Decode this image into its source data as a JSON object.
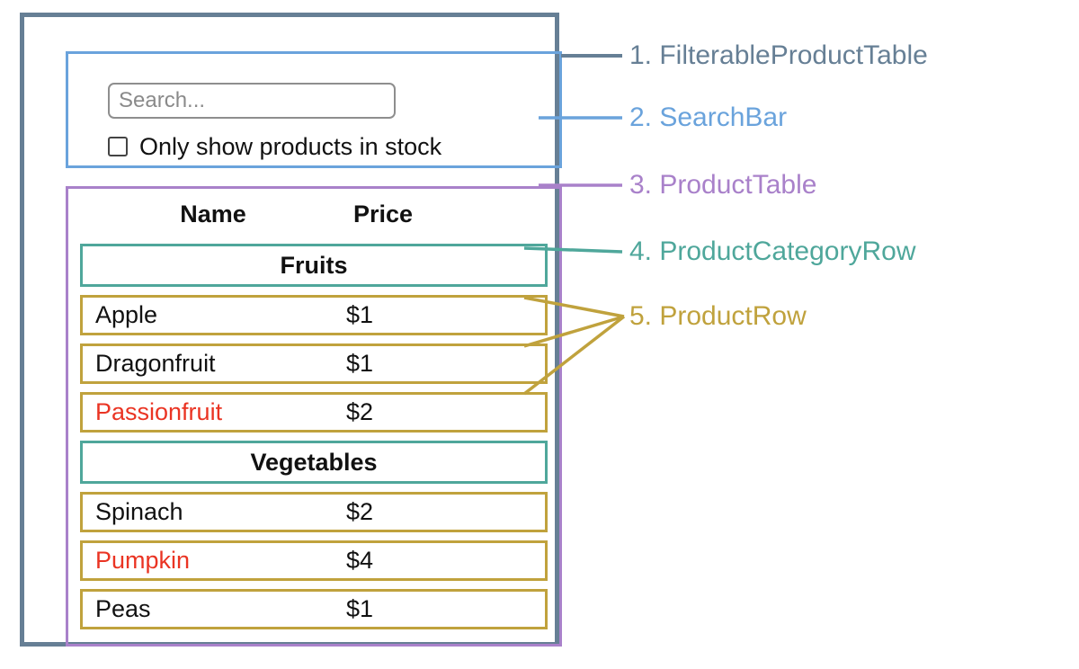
{
  "colors": {
    "filterable_product_table": "#667f95",
    "search_bar": "#6aa3dc",
    "product_table": "#a981ca",
    "product_category_row": "#4fa79b",
    "product_row": "#c0a23d",
    "out_of_stock_text": "#ea3423",
    "text": "#111111"
  },
  "search_bar": {
    "placeholder": "Search...",
    "checkbox_label": "Only show products in stock",
    "checkbox_checked": false
  },
  "table": {
    "headers": {
      "name": "Name",
      "price": "Price"
    },
    "sections": [
      {
        "category": "Fruits",
        "rows": [
          {
            "name": "Apple",
            "price": "$1",
            "in_stock": true
          },
          {
            "name": "Dragonfruit",
            "price": "$1",
            "in_stock": true
          },
          {
            "name": "Passionfruit",
            "price": "$2",
            "in_stock": false
          }
        ]
      },
      {
        "category": "Vegetables",
        "rows": [
          {
            "name": "Spinach",
            "price": "$2",
            "in_stock": true
          },
          {
            "name": "Pumpkin",
            "price": "$4",
            "in_stock": false
          },
          {
            "name": "Peas",
            "price": "$1",
            "in_stock": true
          }
        ]
      }
    ]
  },
  "annotations": [
    {
      "label": "1. FilterableProductTable",
      "color": "#667f95"
    },
    {
      "label": "2. SearchBar",
      "color": "#6aa3dc"
    },
    {
      "label": "3. ProductTable",
      "color": "#a981ca"
    },
    {
      "label": "4. ProductCategoryRow",
      "color": "#4fa79b"
    },
    {
      "label": "5. ProductRow",
      "color": "#c0a23d"
    }
  ]
}
